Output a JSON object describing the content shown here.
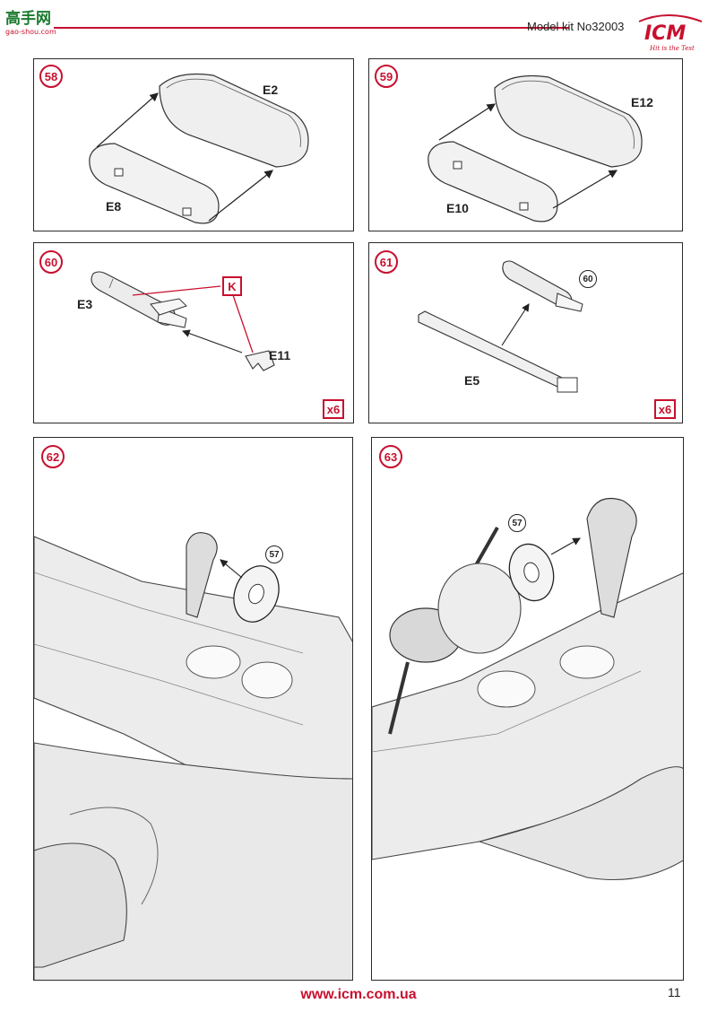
{
  "header": {
    "model_kit": "Model kit No32003",
    "logo_text": "ICM",
    "logo_tagline": "Hit is the Test",
    "watermark_text": "高手网",
    "watermark_sub": "gao-shou.com"
  },
  "steps": [
    {
      "number": "58",
      "labels": [
        "E2",
        "E8"
      ]
    },
    {
      "number": "59",
      "labels": [
        "E12",
        "E10"
      ]
    },
    {
      "number": "60",
      "labels": [
        "E3",
        "E11"
      ],
      "marker": "K",
      "multiplier": "x6"
    },
    {
      "number": "61",
      "labels": [
        "E5"
      ],
      "ref": "60",
      "multiplier": "x6"
    },
    {
      "number": "62",
      "ref": "57"
    },
    {
      "number": "63",
      "ref": "57"
    }
  ],
  "footer": {
    "url": "www.icm.com.ua",
    "page_number": "11"
  },
  "colors": {
    "accent": "#c8102e",
    "line": "#2a2a2a",
    "part_fill": "#e6e6e6"
  }
}
